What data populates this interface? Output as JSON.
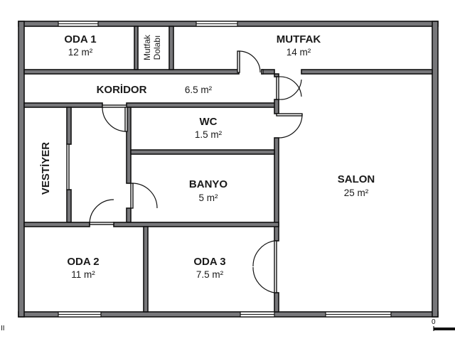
{
  "rooms": {
    "oda1": {
      "name": "ODA 1",
      "area": "12 m²"
    },
    "mutfak_dolabi": {
      "line1": "Mutfak",
      "line2": "Dolabı"
    },
    "mutfak": {
      "name": "MUTFAK",
      "area": "14 m²"
    },
    "koridor": {
      "name": "KORİDOR",
      "area": "6.5 m²"
    },
    "wc": {
      "name": "WC",
      "area": "1.5 m²"
    },
    "vestiyer": {
      "name": "VESTİYER"
    },
    "banyo": {
      "name": "BANYO",
      "area": "5 m²"
    },
    "salon": {
      "name": "SALON",
      "area": "25 m²"
    },
    "oda2": {
      "name": "ODA 2",
      "area": "11 m²"
    },
    "oda3": {
      "name": "ODA 3",
      "area": "7.5 m²"
    }
  },
  "scale": {
    "zero_label": "0",
    "left_mark": "II"
  },
  "colors": {
    "wall": "#77777a",
    "outline": "#111111",
    "background": "#ffffff"
  }
}
